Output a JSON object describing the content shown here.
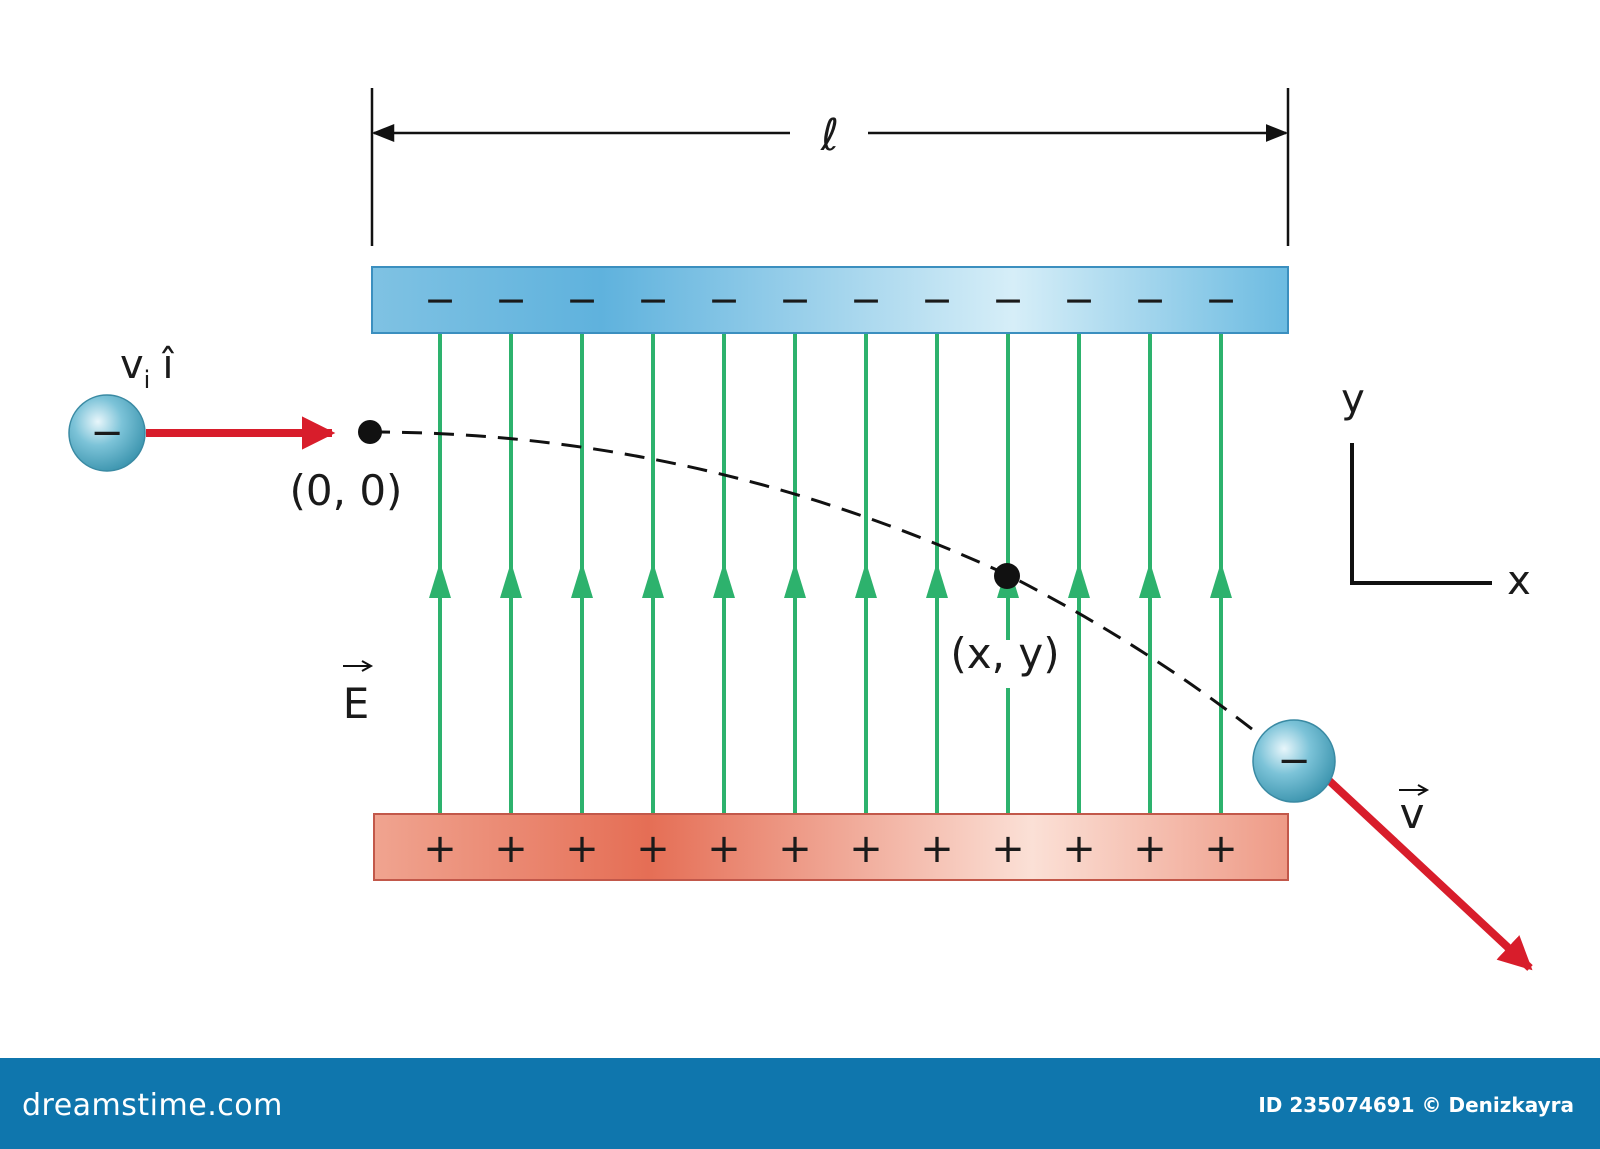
{
  "diagram": {
    "length_label": "ℓ",
    "top_plate_sign": "−",
    "bottom_plate_sign": "+",
    "charge_sign": "−",
    "initial_velocity_label": "v",
    "initial_velocity_subscript": "i",
    "unit_vector_label": "î",
    "origin_label": "(0, 0)",
    "point_label": "(x, y)",
    "field_label": "E",
    "final_velocity_label": "v",
    "axis_y_label": "y",
    "axis_x_label": "x",
    "plate_charge_count": 12,
    "field_line_count": 12,
    "colors": {
      "top_plate": "#7fc6e6",
      "bottom_plate": "#ec8f7a",
      "field_line": "#2db26d",
      "velocity_arrow": "#d81d2b",
      "charge_ball": "#5fb3cc"
    }
  },
  "footer": {
    "brand": "dreamstime.com",
    "credit": "ID 235074691 © Denizkayra"
  }
}
